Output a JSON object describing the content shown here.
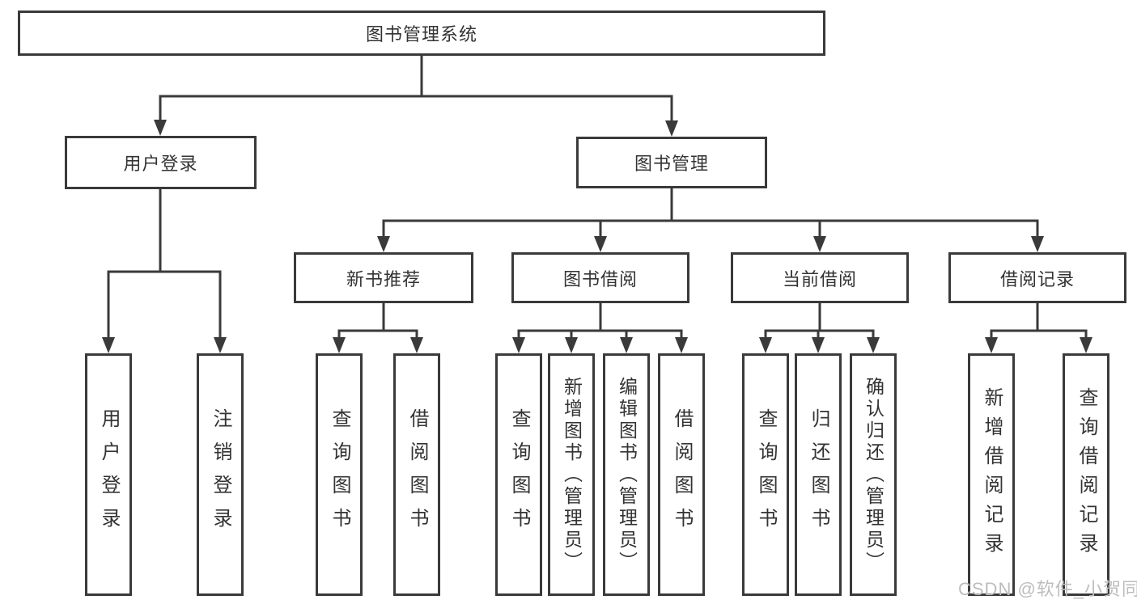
{
  "diagram": {
    "root": {
      "label": "图书管理系统"
    },
    "level2": {
      "user_login": {
        "label": "用户登录"
      },
      "book_management": {
        "label": "图书管理"
      }
    },
    "level3": {
      "new_book_recommend": {
        "label": "新书推荐"
      },
      "book_borrow": {
        "label": "图书借阅"
      },
      "current_borrow": {
        "label": "当前借阅"
      },
      "borrow_records": {
        "label": "借阅记录"
      }
    },
    "leaves": {
      "user_login": {
        "label": "用户登录"
      },
      "logout": {
        "label": "注销登录"
      },
      "query_books_1": {
        "label": "查询图书"
      },
      "borrow_books_1": {
        "label": "借阅图书"
      },
      "query_books_2": {
        "label": "查询图书"
      },
      "add_books_admin": {
        "label": "新增图书（管理员）"
      },
      "edit_books_admin": {
        "label": "编辑图书（管理员）"
      },
      "borrow_books_2": {
        "label": "借阅图书"
      },
      "query_books_3": {
        "label": "查询图书"
      },
      "return_books": {
        "label": "归还图书"
      },
      "confirm_return_admin": {
        "label": "确认归还（管理员）"
      },
      "add_borrow_record": {
        "label": "新增借阅记录"
      },
      "query_borrow_record": {
        "label": "查询借阅记录"
      }
    }
  },
  "watermark": {
    "text": "CSDN @软件_小贺同学"
  },
  "colors": {
    "line": "#3a3a3a",
    "text": "#333333",
    "watermark": "#bdbdbd",
    "background": "#ffffff"
  }
}
